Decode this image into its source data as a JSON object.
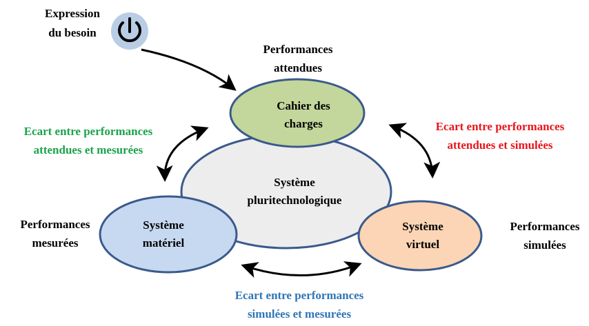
{
  "start": {
    "line1": "Expression",
    "line2": "du besoin",
    "icon": "power-icon"
  },
  "center": {
    "line1": "Système",
    "line2": "pluritechnologique"
  },
  "cahier": {
    "line1": "Cahier des",
    "line2": "charges",
    "perf_line1": "Performances",
    "perf_line2": "attendues"
  },
  "materiel": {
    "line1": "Système",
    "line2": "matériel",
    "perf_line1": "Performances",
    "perf_line2": "mesurées"
  },
  "virtuel": {
    "line1": "Système",
    "line2": "virtuel",
    "perf_line1": "Performances",
    "perf_line2": "simulées"
  },
  "gaps": {
    "left_line1": "Ecart entre performances",
    "left_line2": "attendues et mesurées",
    "right_line1": "Ecart entre performances",
    "right_line2": "attendues et simulées",
    "bottom_line1": "Ecart entre performances",
    "bottom_line2": "simulées et mesurées"
  },
  "colors": {
    "gap_left": "#1aa34a",
    "gap_right": "#e8141b",
    "gap_bottom": "#2e75b6",
    "cahier_fill": "#c3d69b",
    "materiel_fill": "#c6d9f1",
    "virtuel_fill": "#fbd5b5",
    "center_fill": "#ededed",
    "outline": "#3a5a8c"
  }
}
